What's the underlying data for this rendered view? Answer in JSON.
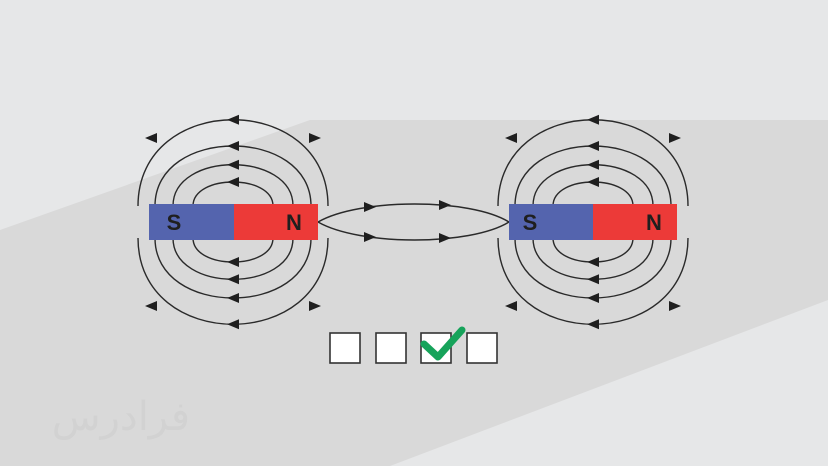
{
  "magnets": [
    {
      "south_label": "S",
      "north_label": "N"
    },
    {
      "south_label": "S",
      "north_label": "N"
    }
  ],
  "checkboxes": [
    {
      "checked": false
    },
    {
      "checked": false
    },
    {
      "checked": true
    },
    {
      "checked": false
    }
  ],
  "watermark": "فرادرس",
  "colors": {
    "background": "#e6e7e8",
    "shadow": "#d9d9d9",
    "south": "#5464ae",
    "north": "#ec3a38",
    "line": "#2a2a2a",
    "check": "#16a35a"
  }
}
